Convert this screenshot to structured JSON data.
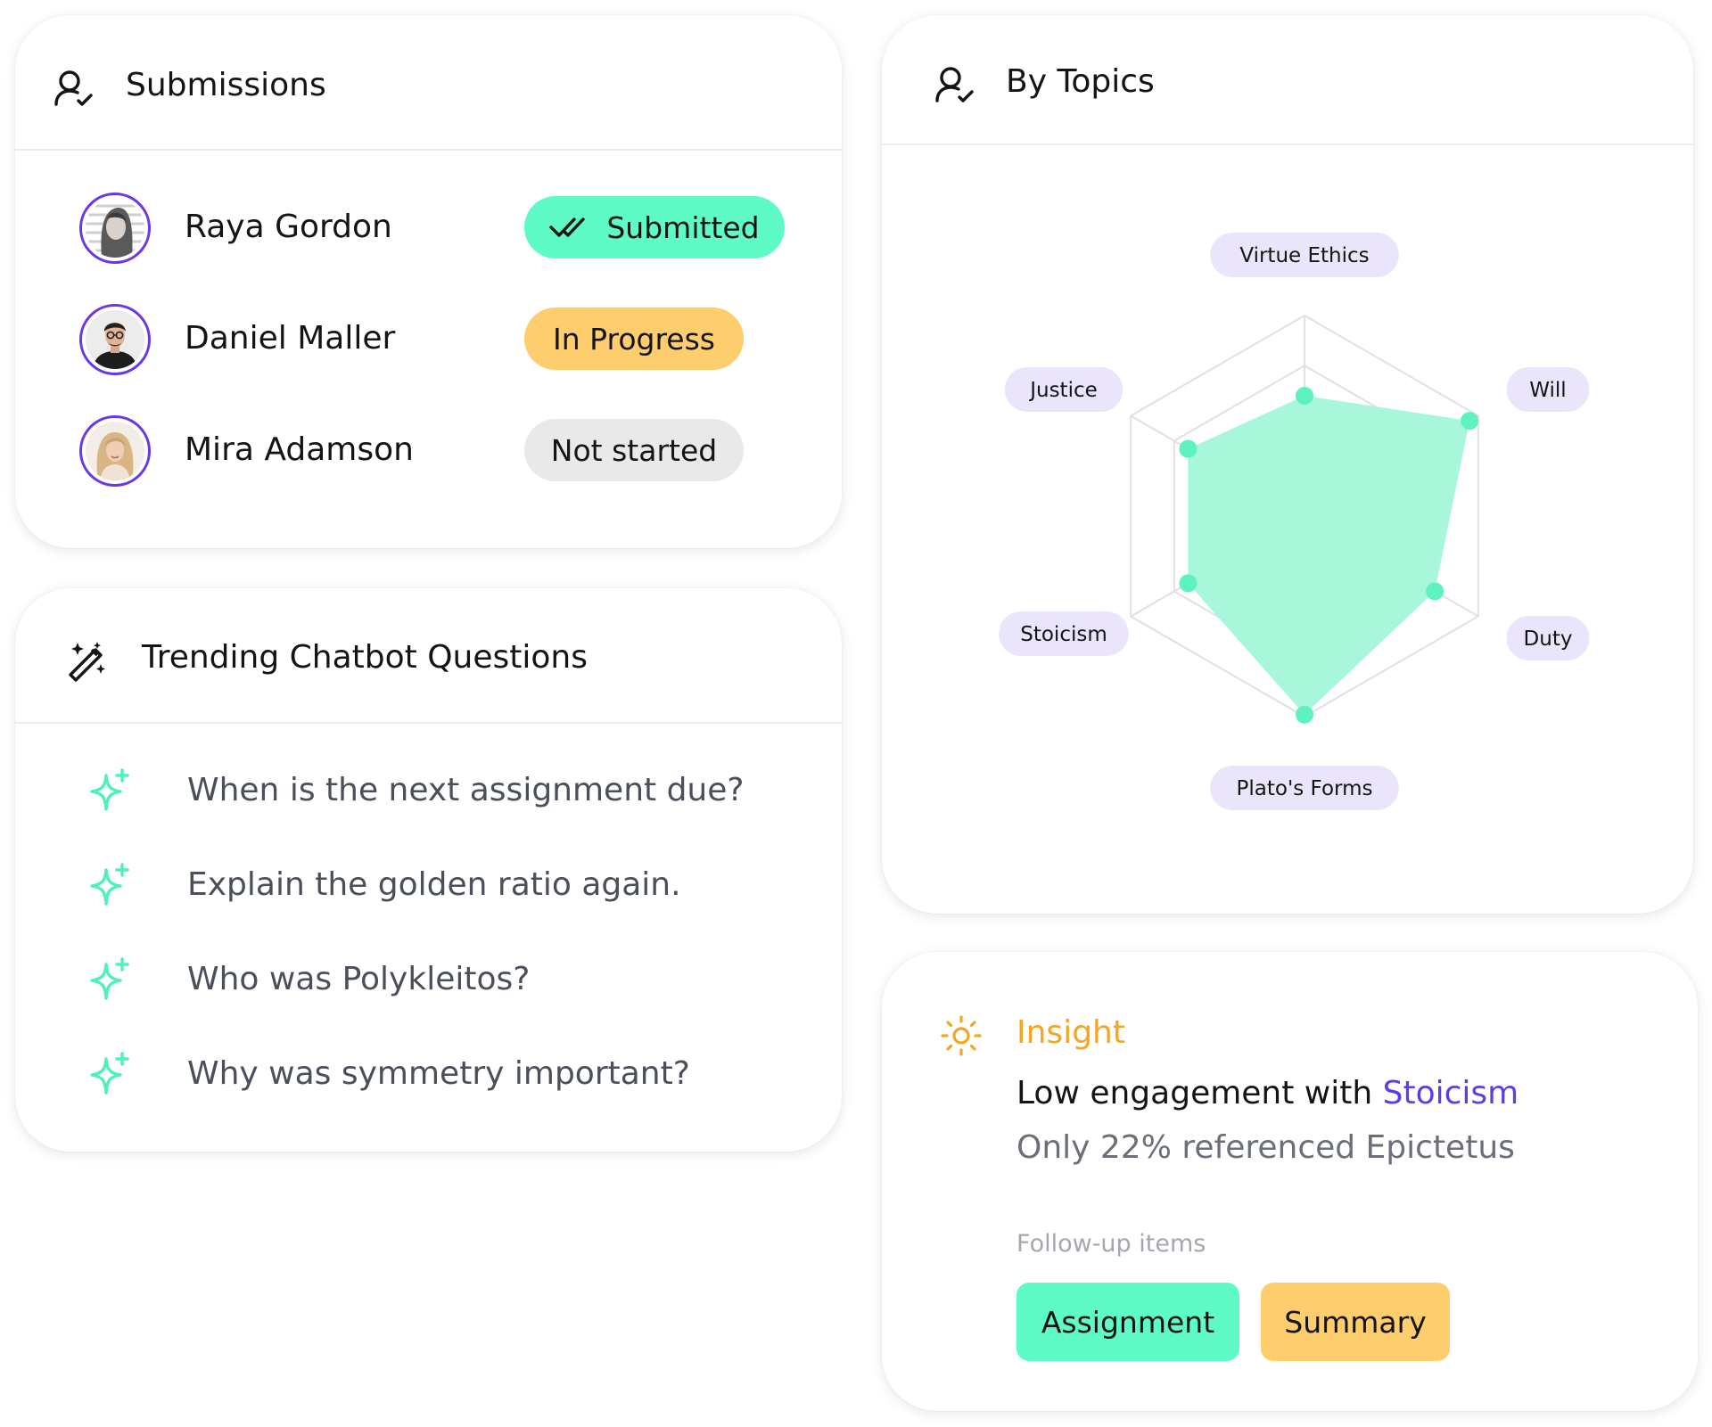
{
  "submissions": {
    "title": "Submissions",
    "icon": "user-check-icon",
    "students": [
      {
        "name": "Raya Gordon",
        "status": "Submitted",
        "status_icon": "double-check-icon",
        "status_color": "#5ffbc6"
      },
      {
        "name": "Daniel Maller",
        "status": "In Progress",
        "status_color": "#fdcd6e"
      },
      {
        "name": "Mira Adamson",
        "status": "Not started",
        "status_color": "#e9e9e9"
      }
    ]
  },
  "trending": {
    "title": "Trending Chatbot Questions",
    "icon": "magic-wand-icon",
    "item_icon": "sparkle-icon",
    "questions": [
      "When is the next assignment due?",
      "Explain the golden ratio again.",
      "Who was Polykleitos?",
      "Why was symmetry important?"
    ]
  },
  "topics": {
    "title": "By Topics",
    "icon": "user-check-icon"
  },
  "chart_data": {
    "type": "radar",
    "categories": [
      "Virtue Ethics",
      "Will",
      "Duty",
      "Plato's Forms",
      "Stoicism",
      "Justice"
    ],
    "values": [
      0.6,
      0.95,
      0.75,
      0.99,
      0.67,
      0.67
    ],
    "range": [
      0,
      1
    ],
    "grid_rings": 4,
    "fill_color": "#a3f7d9",
    "point_color": "#5ff2c1",
    "label_bg": "#ebe5fc"
  },
  "insight": {
    "title": "Insight",
    "icon": "sun-icon",
    "main_prefix": "Low engagement with ",
    "main_topic": "Stoicism",
    "sub": "Only 22% referenced Epictetus",
    "followup_label": "Follow-up items",
    "buttons": [
      "Assignment",
      "Summary"
    ],
    "title_color": "#f4a623",
    "topic_color": "#5a3ee6"
  }
}
